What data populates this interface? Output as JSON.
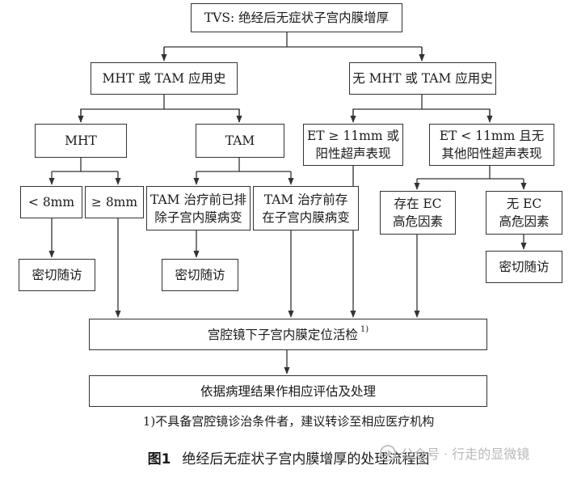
{
  "nodes": {
    "root": "TVS: 绝经后无症状子宫内膜增厚",
    "history": "MHT 或 TAM 应用史",
    "no_history": "无 MHT 或 TAM 应用史",
    "mht": "MHT",
    "tam": "TAM",
    "et_ge_11_l1": "ET ≥ 11mm 或",
    "et_ge_11_l2": "阳性超声表现",
    "et_lt_11_l1": "ET < 11mm 且无",
    "et_lt_11_l2": "其他阳性超声表现",
    "lt_8": "< 8mm",
    "ge_8": "≥ 8mm",
    "tam_excluded_l1": "TAM 治疗前已排",
    "tam_excluded_l2": "除子宫内膜病变",
    "tam_existing_l1": "TAM 治疗前存",
    "tam_existing_l2": "在子宫内膜病变",
    "ec_risk_l1": "存在 EC",
    "ec_risk_l2": "高危因素",
    "no_ec_l1": "无 EC",
    "no_ec_l2": "高危因素",
    "followup_1": "密切随访",
    "followup_2": "密切随访",
    "followup_3": "密切随访",
    "biopsy": "宫腔镜下子宫内膜定位活检",
    "biopsy_sup": "1)",
    "treatment": "依据病理结果作相应评估及处理"
  },
  "footnote": "1)不具备宫腔镜诊治条件者，建议转诊至相应医疗机构",
  "caption": {
    "label": "图1",
    "text": "绝经后无症状子宫内膜增厚的处理流程图"
  },
  "watermark": "公众号 · 行走的显微镜"
}
